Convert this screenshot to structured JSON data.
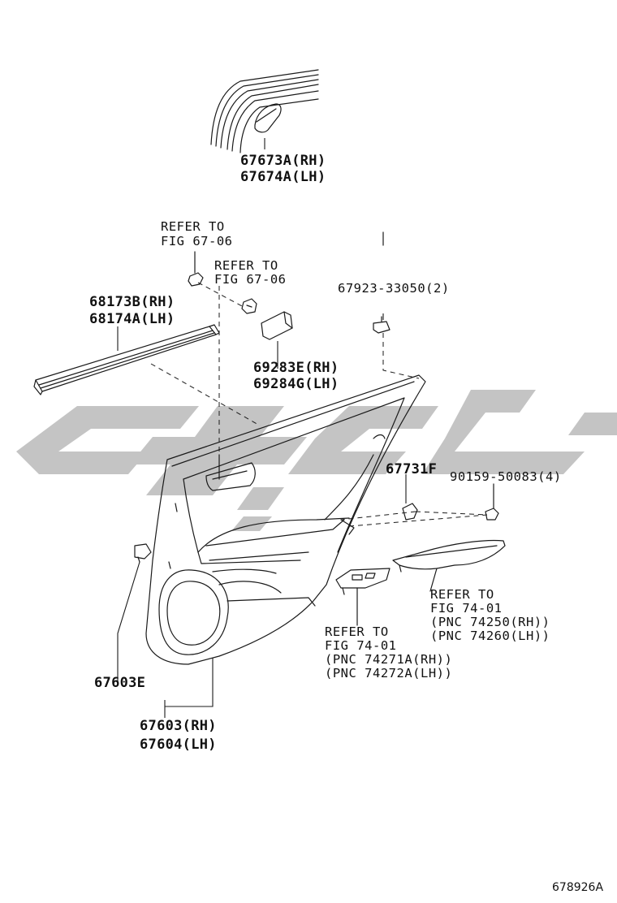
{
  "labels": {
    "weatherstrip_upper_rh": "67673A(RH)",
    "weatherstrip_upper_lh": "67674A(LH)",
    "refer_a_1": "REFER TO",
    "refer_a_2": "FIG 67-06",
    "refer_b_1": "REFER TO",
    "refer_b_2": "FIG 67-06",
    "moulding_rh": "68173B(RH)",
    "moulding_lh": "68174A(LH)",
    "clip_top": "67923-33050(2)",
    "cover_rh": "69283E(RH)",
    "cover_lh": "69284G(LH)",
    "bracket": "67731F",
    "screw": "90159-50083(4)",
    "refer_c_1": "REFER TO",
    "refer_c_2": "FIG 74-01",
    "refer_c_3": "(PNC 74250(RH))",
    "refer_c_4": "(PNC 74260(LH))",
    "refer_d_1": "REFER TO",
    "refer_d_2": "FIG 74-01",
    "refer_d_3": "(PNC 74271A(RH))",
    "refer_d_4": "(PNC 74272A(LH))",
    "clip_side": "67603E",
    "panel_rh": "67603(RH)",
    "panel_lh": "67604(LH)",
    "figure_code": "678926A"
  },
  "colors": {
    "line": "#1a1a1a",
    "watermark": "#c4c4c4",
    "background": "#ffffff"
  }
}
